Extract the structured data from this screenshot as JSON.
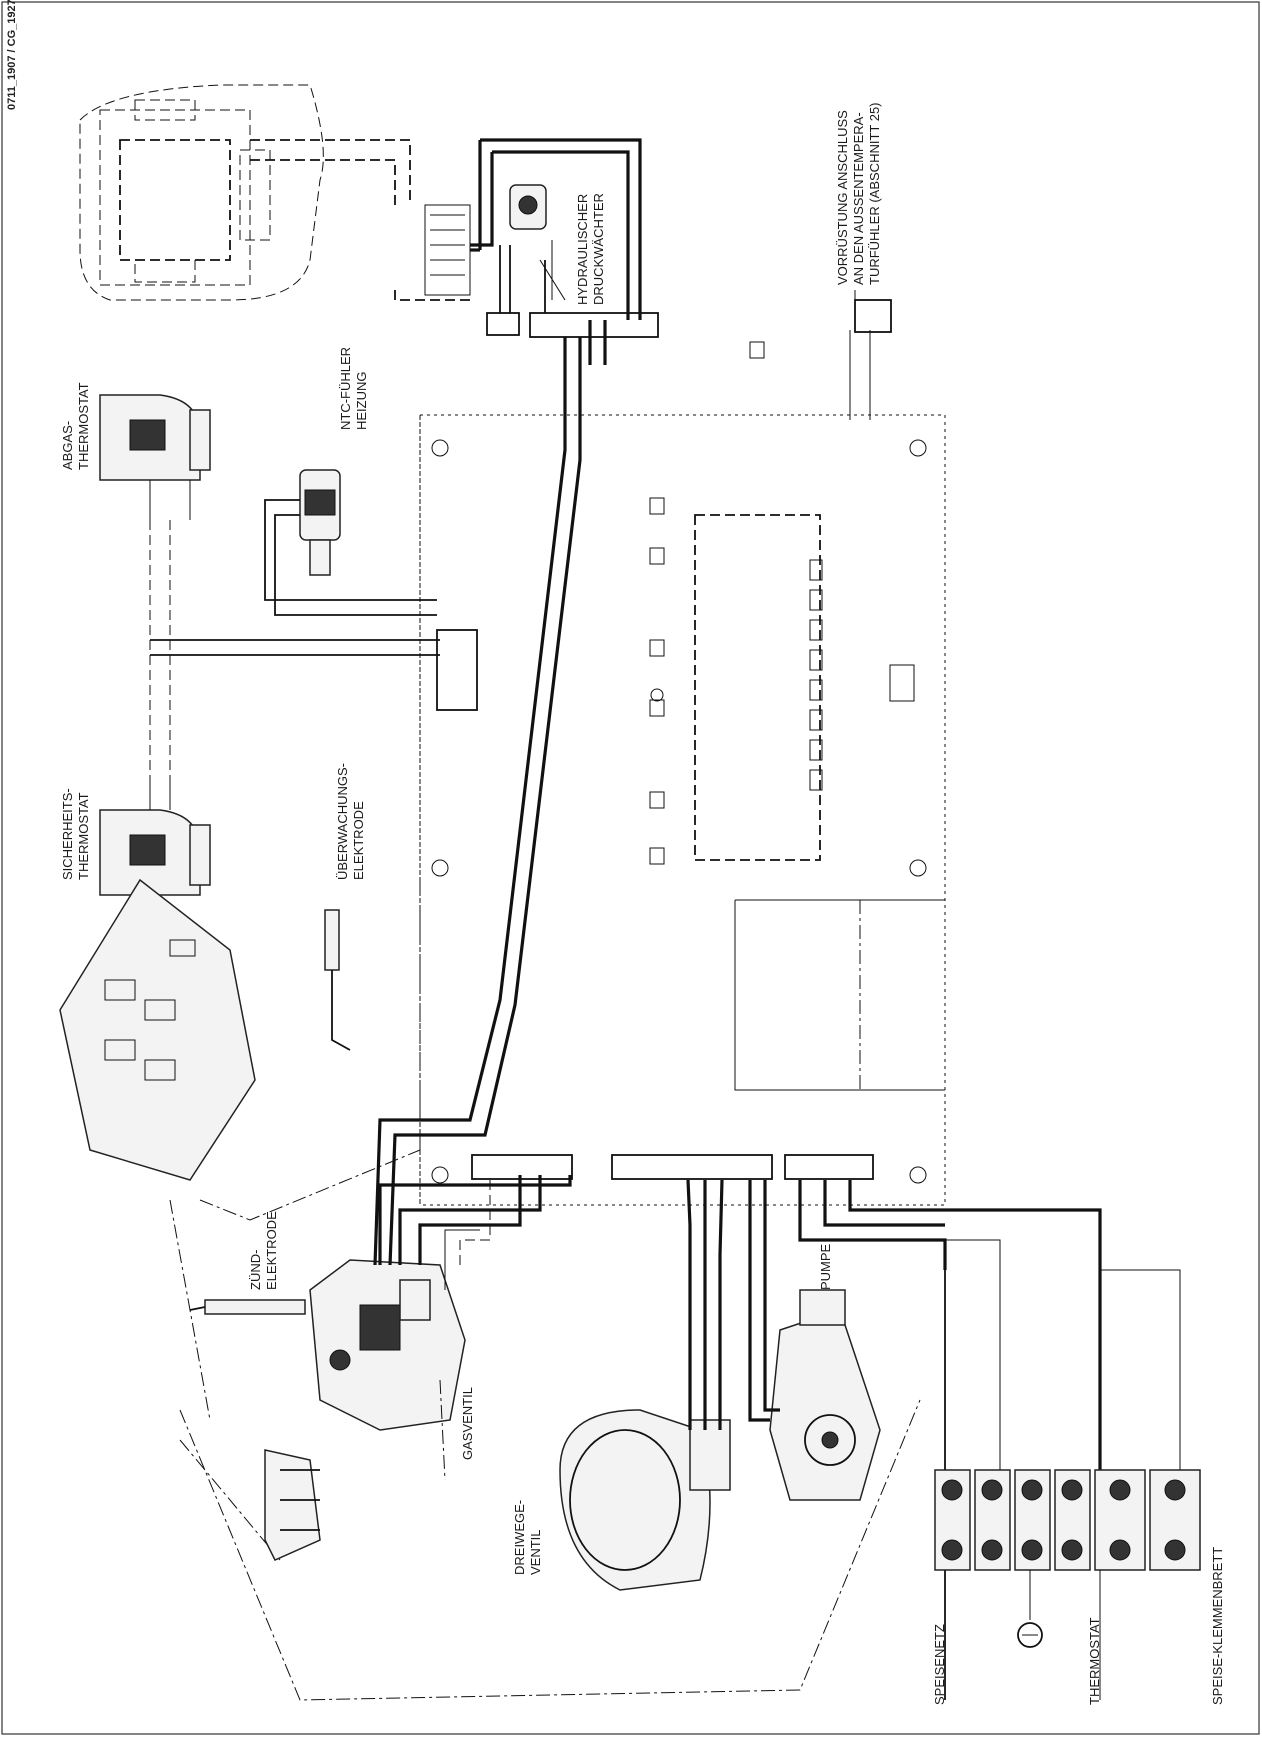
{
  "document_code": "0711_1907 / CG_1927",
  "labels": {
    "abgas_thermostat": [
      "ABGAS-",
      "THERMOSTAT"
    ],
    "sicherheits_thermostat": [
      "SICHERHEITS-",
      "THERMOSTAT"
    ],
    "ntc_fuehler": [
      "NTC-FÜHLER",
      "HEIZUNG"
    ],
    "hydraulischer_druckwaechter": [
      "HYDRAULISCHER",
      "DRUCKWÄCHTER"
    ],
    "vorruestung": [
      "VORRÜSTUNG ANSCHLUSS",
      "AN DEN AUSSENTEMPERA-",
      "TURFÜHLER (ABSCHNITT 25)"
    ],
    "ueberwachungs_elektrode": [
      "ÜBERWACHUNGS-",
      "ELEKTRODE"
    ],
    "zuend_elektrode": [
      "ZÜND-",
      "ELEKTRODE"
    ],
    "gasventil": "GASVENTIL",
    "pumpe": "PUMPE",
    "dreiwege_ventil": [
      "DREIWEGE-",
      "VENTIL"
    ],
    "speisenetz": "SPEISENETZ",
    "thermostat": "THERMOSTAT",
    "speise_klemmenbrett": "SPEISE-KLEMMENBRETT"
  }
}
